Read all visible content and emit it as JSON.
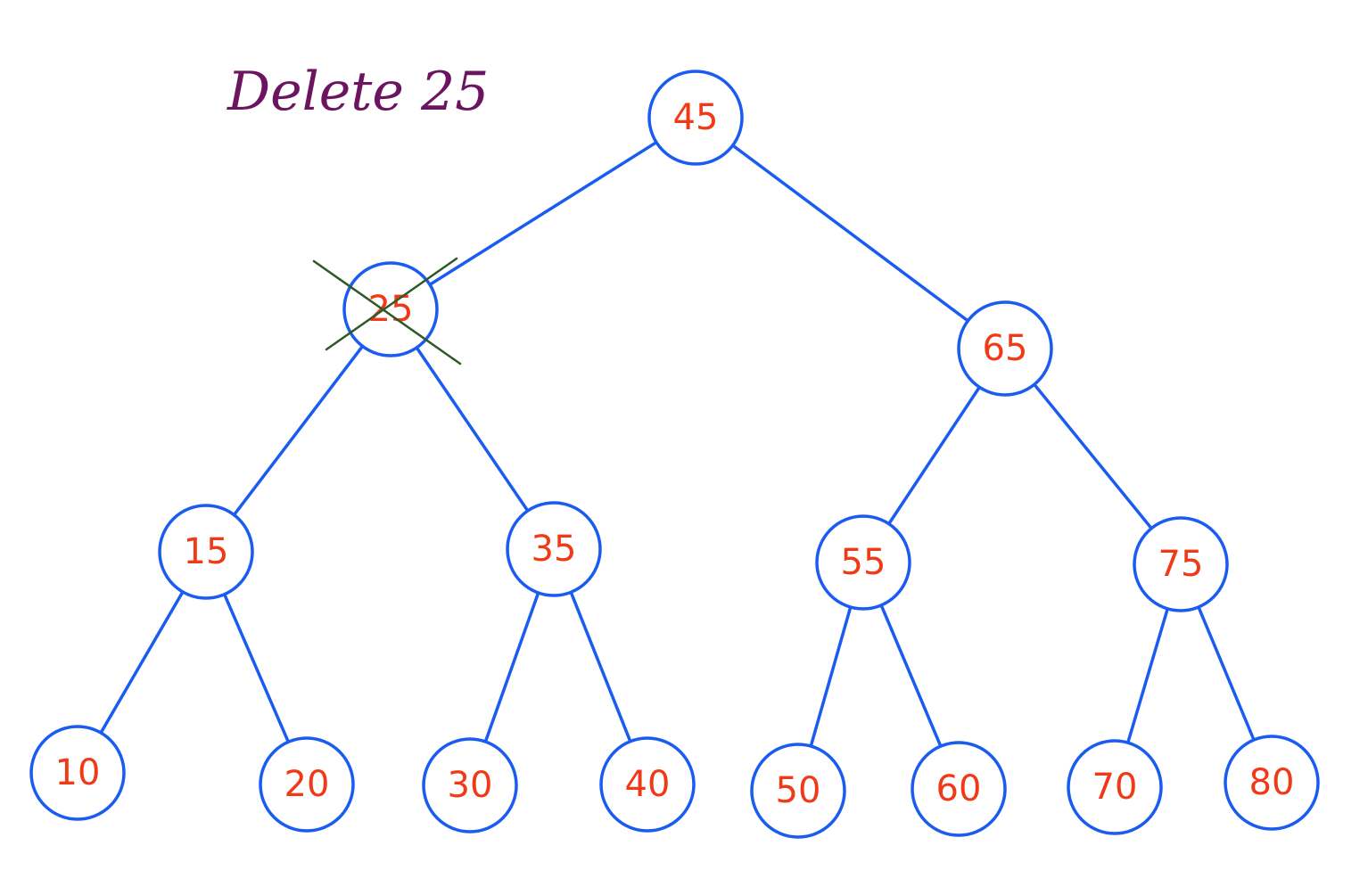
{
  "title": "Delete 25",
  "colors": {
    "title": "#6b1460",
    "node_outline": "#1a5cf0",
    "edge": "#1a5cf0",
    "node_label": "#f03a17",
    "strike_mark": "#2f5a26"
  },
  "tree": {
    "nodes": [
      {
        "id": "n45",
        "label": "45",
        "deleted": false
      },
      {
        "id": "n25",
        "label": "25",
        "deleted": true
      },
      {
        "id": "n65",
        "label": "65",
        "deleted": false
      },
      {
        "id": "n15",
        "label": "15",
        "deleted": false
      },
      {
        "id": "n35",
        "label": "35",
        "deleted": false
      },
      {
        "id": "n55",
        "label": "55",
        "deleted": false
      },
      {
        "id": "n75",
        "label": "75",
        "deleted": false
      },
      {
        "id": "n10",
        "label": "10",
        "deleted": false
      },
      {
        "id": "n20",
        "label": "20",
        "deleted": false
      },
      {
        "id": "n30",
        "label": "30",
        "deleted": false
      },
      {
        "id": "n40",
        "label": "40",
        "deleted": false
      },
      {
        "id": "n50",
        "label": "50",
        "deleted": false
      },
      {
        "id": "n60",
        "label": "60",
        "deleted": false
      },
      {
        "id": "n70",
        "label": "70",
        "deleted": false
      },
      {
        "id": "n80",
        "label": "80",
        "deleted": false
      }
    ],
    "edges": [
      {
        "from": "n45",
        "to": "n25"
      },
      {
        "from": "n45",
        "to": "n65"
      },
      {
        "from": "n25",
        "to": "n15"
      },
      {
        "from": "n25",
        "to": "n35"
      },
      {
        "from": "n65",
        "to": "n55"
      },
      {
        "from": "n65",
        "to": "n75"
      },
      {
        "from": "n15",
        "to": "n10"
      },
      {
        "from": "n15",
        "to": "n20"
      },
      {
        "from": "n35",
        "to": "n30"
      },
      {
        "from": "n35",
        "to": "n40"
      },
      {
        "from": "n55",
        "to": "n50"
      },
      {
        "from": "n55",
        "to": "n60"
      },
      {
        "from": "n75",
        "to": "n70"
      },
      {
        "from": "n75",
        "to": "n80"
      }
    ]
  }
}
